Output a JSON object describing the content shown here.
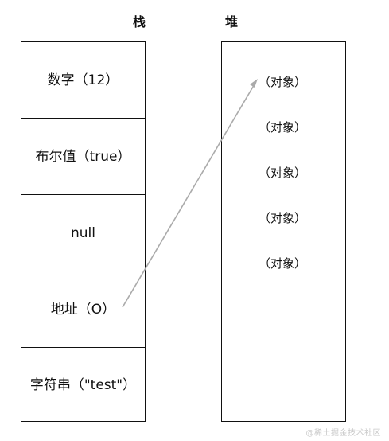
{
  "stack": {
    "title": "栈",
    "cells": [
      "数字（12）",
      "布尔值（true）",
      "null",
      "地址（O）",
      "字符串（\"test\"）"
    ]
  },
  "heap": {
    "title": "堆",
    "objects": [
      "（对象）",
      "（对象）",
      "（对象）",
      "（对象）",
      "（对象）"
    ]
  },
  "colors": {
    "border": "#111111",
    "arrow": "#aaaaaa",
    "watermark": "#c9c9c9"
  },
  "watermark": "@稀土掘金技术社区"
}
